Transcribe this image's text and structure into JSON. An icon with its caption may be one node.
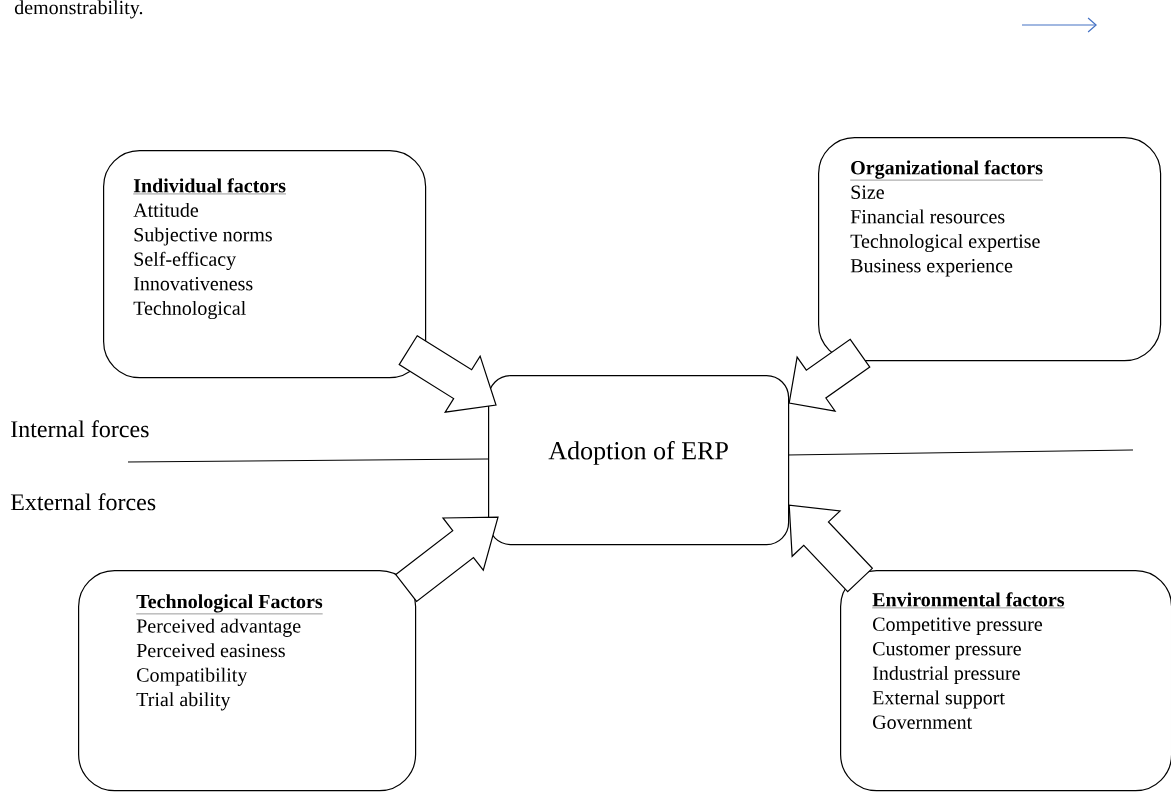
{
  "diagram": {
    "nodes": [
      {
        "text": [
          "Individual factors",
          "Attitude",
          "Subjective norms",
          "Self-efficacy",
          "Innovativeness",
          "Technological"
        ]
      },
      {
        "text": [
          "Organizational factors",
          "Size",
          "Financial resources",
          "Technological expertise",
          "Business experience"
        ]
      },
      {
        "text": [
          "Adoption of ERP"
        ]
      },
      {
        "text": [
          "Technological Factors",
          "Perceived advantage",
          "Perceived easiness",
          "Compatibility",
          "Trial ability"
        ]
      },
      {
        "text": [
          "Environmental factors",
          "Competitive pressure",
          "Customer pressure",
          "Industrial pressure",
          "External support",
          "Government"
        ]
      }
    ],
    "edges": [
      {
        "from": 0,
        "to": 2,
        "arrow": "to"
      },
      {
        "from": 1,
        "to": 2,
        "arrow": "to"
      },
      {
        "from": 3,
        "to": 2,
        "arrow": "to"
      },
      {
        "from": 4,
        "to": 2,
        "arrow": "to"
      }
    ],
    "labels": [
      "demonstrability.",
      "Internal forces",
      "External forces"
    ]
  }
}
